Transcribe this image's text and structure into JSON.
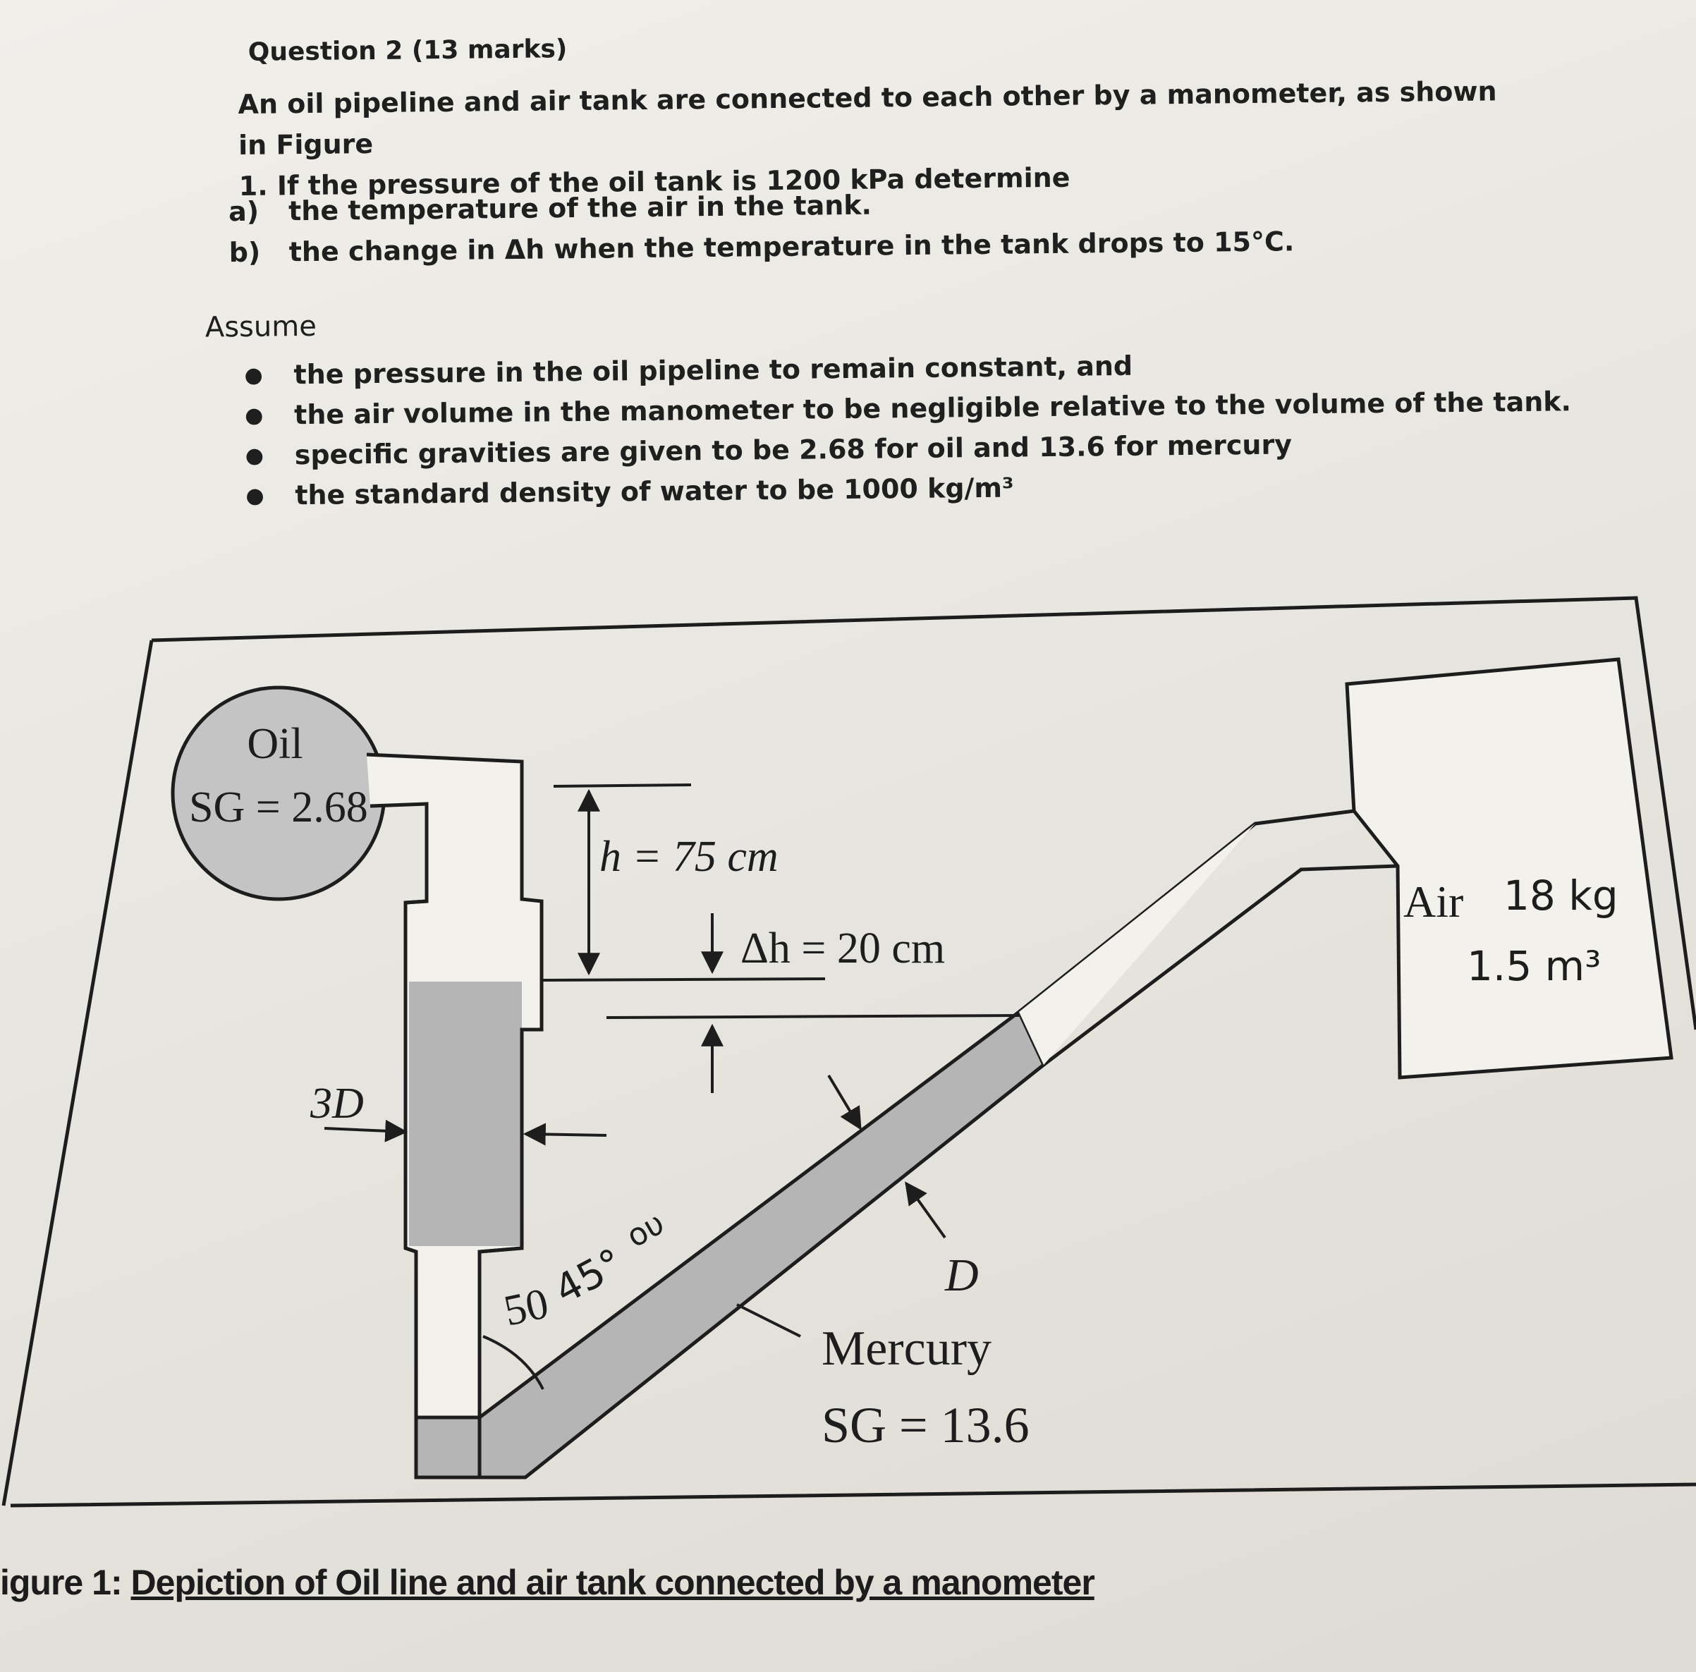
{
  "question": {
    "title": "Question 2 (13 marks)",
    "intro_line1": "An oil pipeline and air tank are connected to each other by a manometer, as shown in Figure",
    "intro_line2": "1. If the pressure of the oil tank is 1200 kPa determine",
    "parts": [
      {
        "label": "a)",
        "text": "the temperature of the air in the tank."
      },
      {
        "label": "b)",
        "text": "the change in Δh when the temperature in the tank drops to 15°C."
      }
    ],
    "assume_title": "Assume",
    "assumptions": [
      "the pressure in the oil pipeline to remain constant, and",
      "the air volume in the manometer to be negligible relative to the volume of the tank.",
      "specific gravities are given to be 2.68 for oil and 13.6 for mercury",
      "the standard density of water to be 1000 kg/m³"
    ]
  },
  "figure": {
    "oil_label": "Oil",
    "oil_sg": "SG = 2.68",
    "h_label": "h = 75 cm",
    "dh_label": "Δh = 20 cm",
    "three_d_label": "3D",
    "angle_label": "50",
    "angle_handwritten": "45°",
    "handwritten_extra": "ου",
    "d_label": "D",
    "mercury_label": "Mercury",
    "mercury_sg": "SG = 13.6",
    "air_label": "Air",
    "air_mass": "18 kg",
    "air_volume": "1.5 m³"
  },
  "caption": {
    "prefix": "igure 1: ",
    "title": "Depiction of Oil line and air tank connected by a manometer"
  }
}
